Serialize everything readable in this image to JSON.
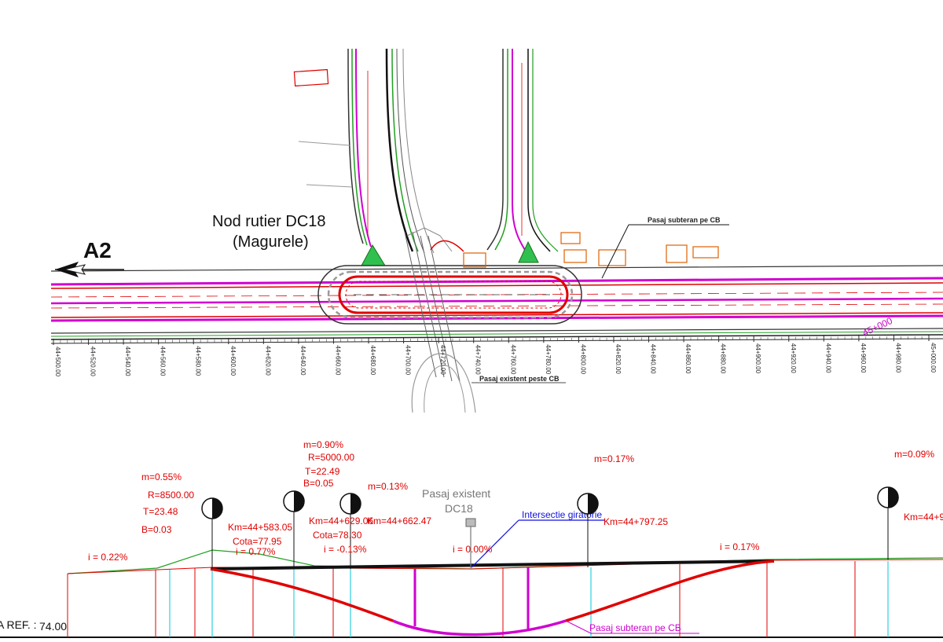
{
  "plan": {
    "junction_title_line1": "Nod rutier DC18",
    "junction_title_line2": "(Magurele)",
    "direction_label": "A2",
    "underpass_label": "Pasaj subteran pe CB",
    "existing_overpass_label": "Pasaj existent peste CB",
    "stations": [
      "44+500.00",
      "44+520.00",
      "44+540.00",
      "44+560.00",
      "44+580.00",
      "44+600.00",
      "44+620.00",
      "44+640.00",
      "44+660.00",
      "44+680.00",
      "44+700.00",
      "44+720.00",
      "44+740.00",
      "44+760.00",
      "44+780.00",
      "44+800.00",
      "44+820.00",
      "44+840.00",
      "44+860.00",
      "44+880.00",
      "44+900.00",
      "44+920.00",
      "44+940.00",
      "44+960.00",
      "44+980.00",
      "45+000.00"
    ],
    "diagonal_station_label": "45+000"
  },
  "profile": {
    "curves": [
      {
        "m": "m=0.55%",
        "R": "R=8500.00",
        "T": "T=23.48",
        "B": "B=0.03"
      },
      {
        "m": "m=0.90%",
        "R": "R=5000.00",
        "T": "T=22.49",
        "B": "B=0.05"
      },
      {
        "m": "m=0.13%"
      },
      {
        "m": "m=0.17%"
      },
      {
        "m": "m=0.09%"
      }
    ],
    "points": [
      {
        "km": "Km=44+583.05",
        "cota": "Cota=77.95"
      },
      {
        "km": "Km=44+629.06",
        "cota": "Cota=78.30"
      },
      {
        "km": "Km=44+662.47"
      },
      {
        "km": "Km=44+797.25"
      },
      {
        "km": "Km=44+9"
      }
    ],
    "grades": [
      "i = 0.22%",
      "i = 0.77%",
      "i = -0.13%",
      "i = 0.00%",
      "i = 0.17%"
    ],
    "existing_bridge_line1": "Pasaj existent",
    "existing_bridge_line2": "DC18",
    "intersection_label": "Intersectie giratorie",
    "underpass_label": "Pasaj subteran pe CB",
    "ref_label": "A REF. :",
    "ref_value": "74.00"
  },
  "colors": {
    "road_red": "#e00000",
    "magenta": "#d000d0",
    "green": "#20a020",
    "cyan": "#00c8d8",
    "blue": "#1010e0"
  }
}
